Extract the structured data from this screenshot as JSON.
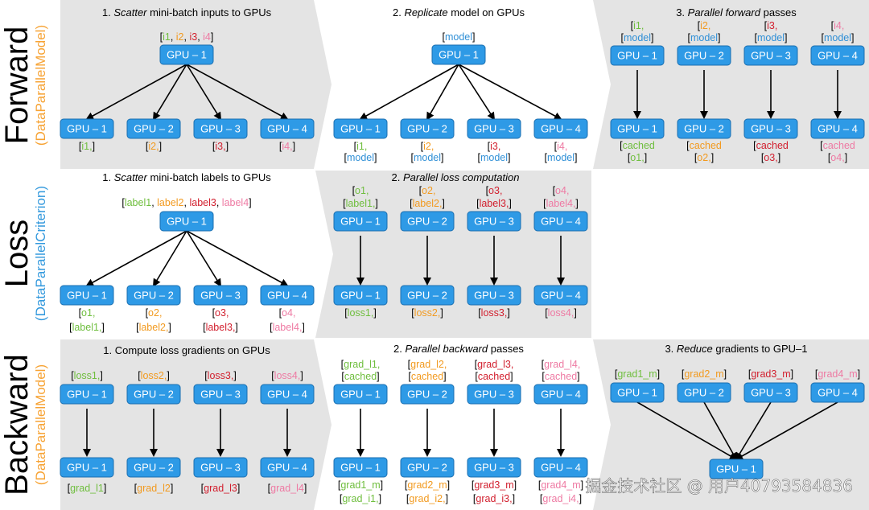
{
  "colors": {
    "gpu_box": "#2e9ae6",
    "gpu_box_border": "#1b6fb0",
    "panel_bg": "#e4e4e4",
    "accent_orange": "#f7a334",
    "accent_blue": "#3399dd",
    "c1": "#6fbe3e",
    "c2": "#f29a1f",
    "c3": "#d2202f",
    "c4": "#ee7aa3",
    "blue_text": "#2f8fd6"
  },
  "rows": {
    "forward": {
      "title": "Forward",
      "subtitle": "(DataParallelModel)"
    },
    "loss": {
      "title": "Loss",
      "subtitle": "(DataParallelCriterion)"
    },
    "backward": {
      "title": "Backward",
      "subtitle": "(DataParallelModel)"
    }
  },
  "gpu_labels": {
    "g1": "GPU – 1",
    "g2": "GPU – 2",
    "g3": "GPU – 3",
    "g4": "GPU – 4"
  },
  "panels": {
    "f1": {
      "num": "1.",
      "em": "Scatter",
      "rest": "mini-batch inputs to GPUs",
      "top": [
        "[",
        "i1",
        ", ",
        "i2",
        ", ",
        "i3",
        ", ",
        "i4",
        "]"
      ],
      "bottom": [
        "i1,",
        "i2,",
        "i3,",
        "i4,"
      ]
    },
    "f2": {
      "num": "2.",
      "em": "Replicate",
      "rest": "model on GPUs",
      "top": "model",
      "bottom1": [
        "i1,",
        "i2,",
        "i3,",
        "i4,"
      ],
      "bottom2": "model"
    },
    "f3": {
      "num": "3.",
      "em": "Parallel forward",
      "rest": "passes",
      "top1": [
        "i1,",
        "i2,",
        "i3,",
        "i4,"
      ],
      "top2": "model",
      "bottom1": "cached",
      "bottom2": [
        "o1,",
        "o2,",
        "o3,",
        "o4,"
      ]
    },
    "l1": {
      "num": "1.",
      "em": "Scatter",
      "rest": "mini-batch labels to GPUs",
      "top": [
        "[",
        "label1",
        ", ",
        "label2",
        ", ",
        "label3",
        ", ",
        "label4",
        "]"
      ],
      "bottom1": [
        "o1,",
        "o2,",
        "o3,",
        "o4,"
      ],
      "bottom2": [
        "label1,",
        "label2,",
        "label3,",
        "label4,"
      ]
    },
    "l2": {
      "num": "2.",
      "em": "Parallel loss computation",
      "rest": "",
      "top1": [
        "o1,",
        "o2,",
        "o3,",
        "o4,"
      ],
      "top2": [
        "label1,",
        "label2,",
        "label3,",
        "label4,"
      ],
      "bottom": [
        "loss1,",
        "loss2,",
        "loss3,",
        "loss4,"
      ]
    },
    "b1": {
      "num": "1.",
      "em": "",
      "rest": "Compute loss gradients on GPUs",
      "top": [
        "loss1,",
        "loss2,",
        "loss3,",
        "loss4,"
      ],
      "bottom": [
        "grad_l1",
        "grad_l2",
        "grad_l3",
        "grad_l4"
      ]
    },
    "b2": {
      "num": "2.",
      "em": "Parallel backward",
      "rest": "passes",
      "top1": [
        "grad_l1,",
        "grad_l2,",
        "grad_l3,",
        "grad_l4,"
      ],
      "top2": "cached",
      "bottom1": [
        "grad1_m",
        "grad2_m",
        "grad3_m",
        "grad4_m"
      ],
      "bottom2": [
        "grad_i1,",
        "grad_i2,",
        "grad_i3,",
        "grad_i4,"
      ]
    },
    "b3": {
      "num": "3.",
      "em": "Reduce",
      "rest": "gradients to GPU–1",
      "top": [
        "grad1_m",
        "grad2_m",
        "grad3_m",
        "grad4_m"
      ]
    }
  },
  "watermark": "掘金技术社区 @ 用户4079358483​6"
}
